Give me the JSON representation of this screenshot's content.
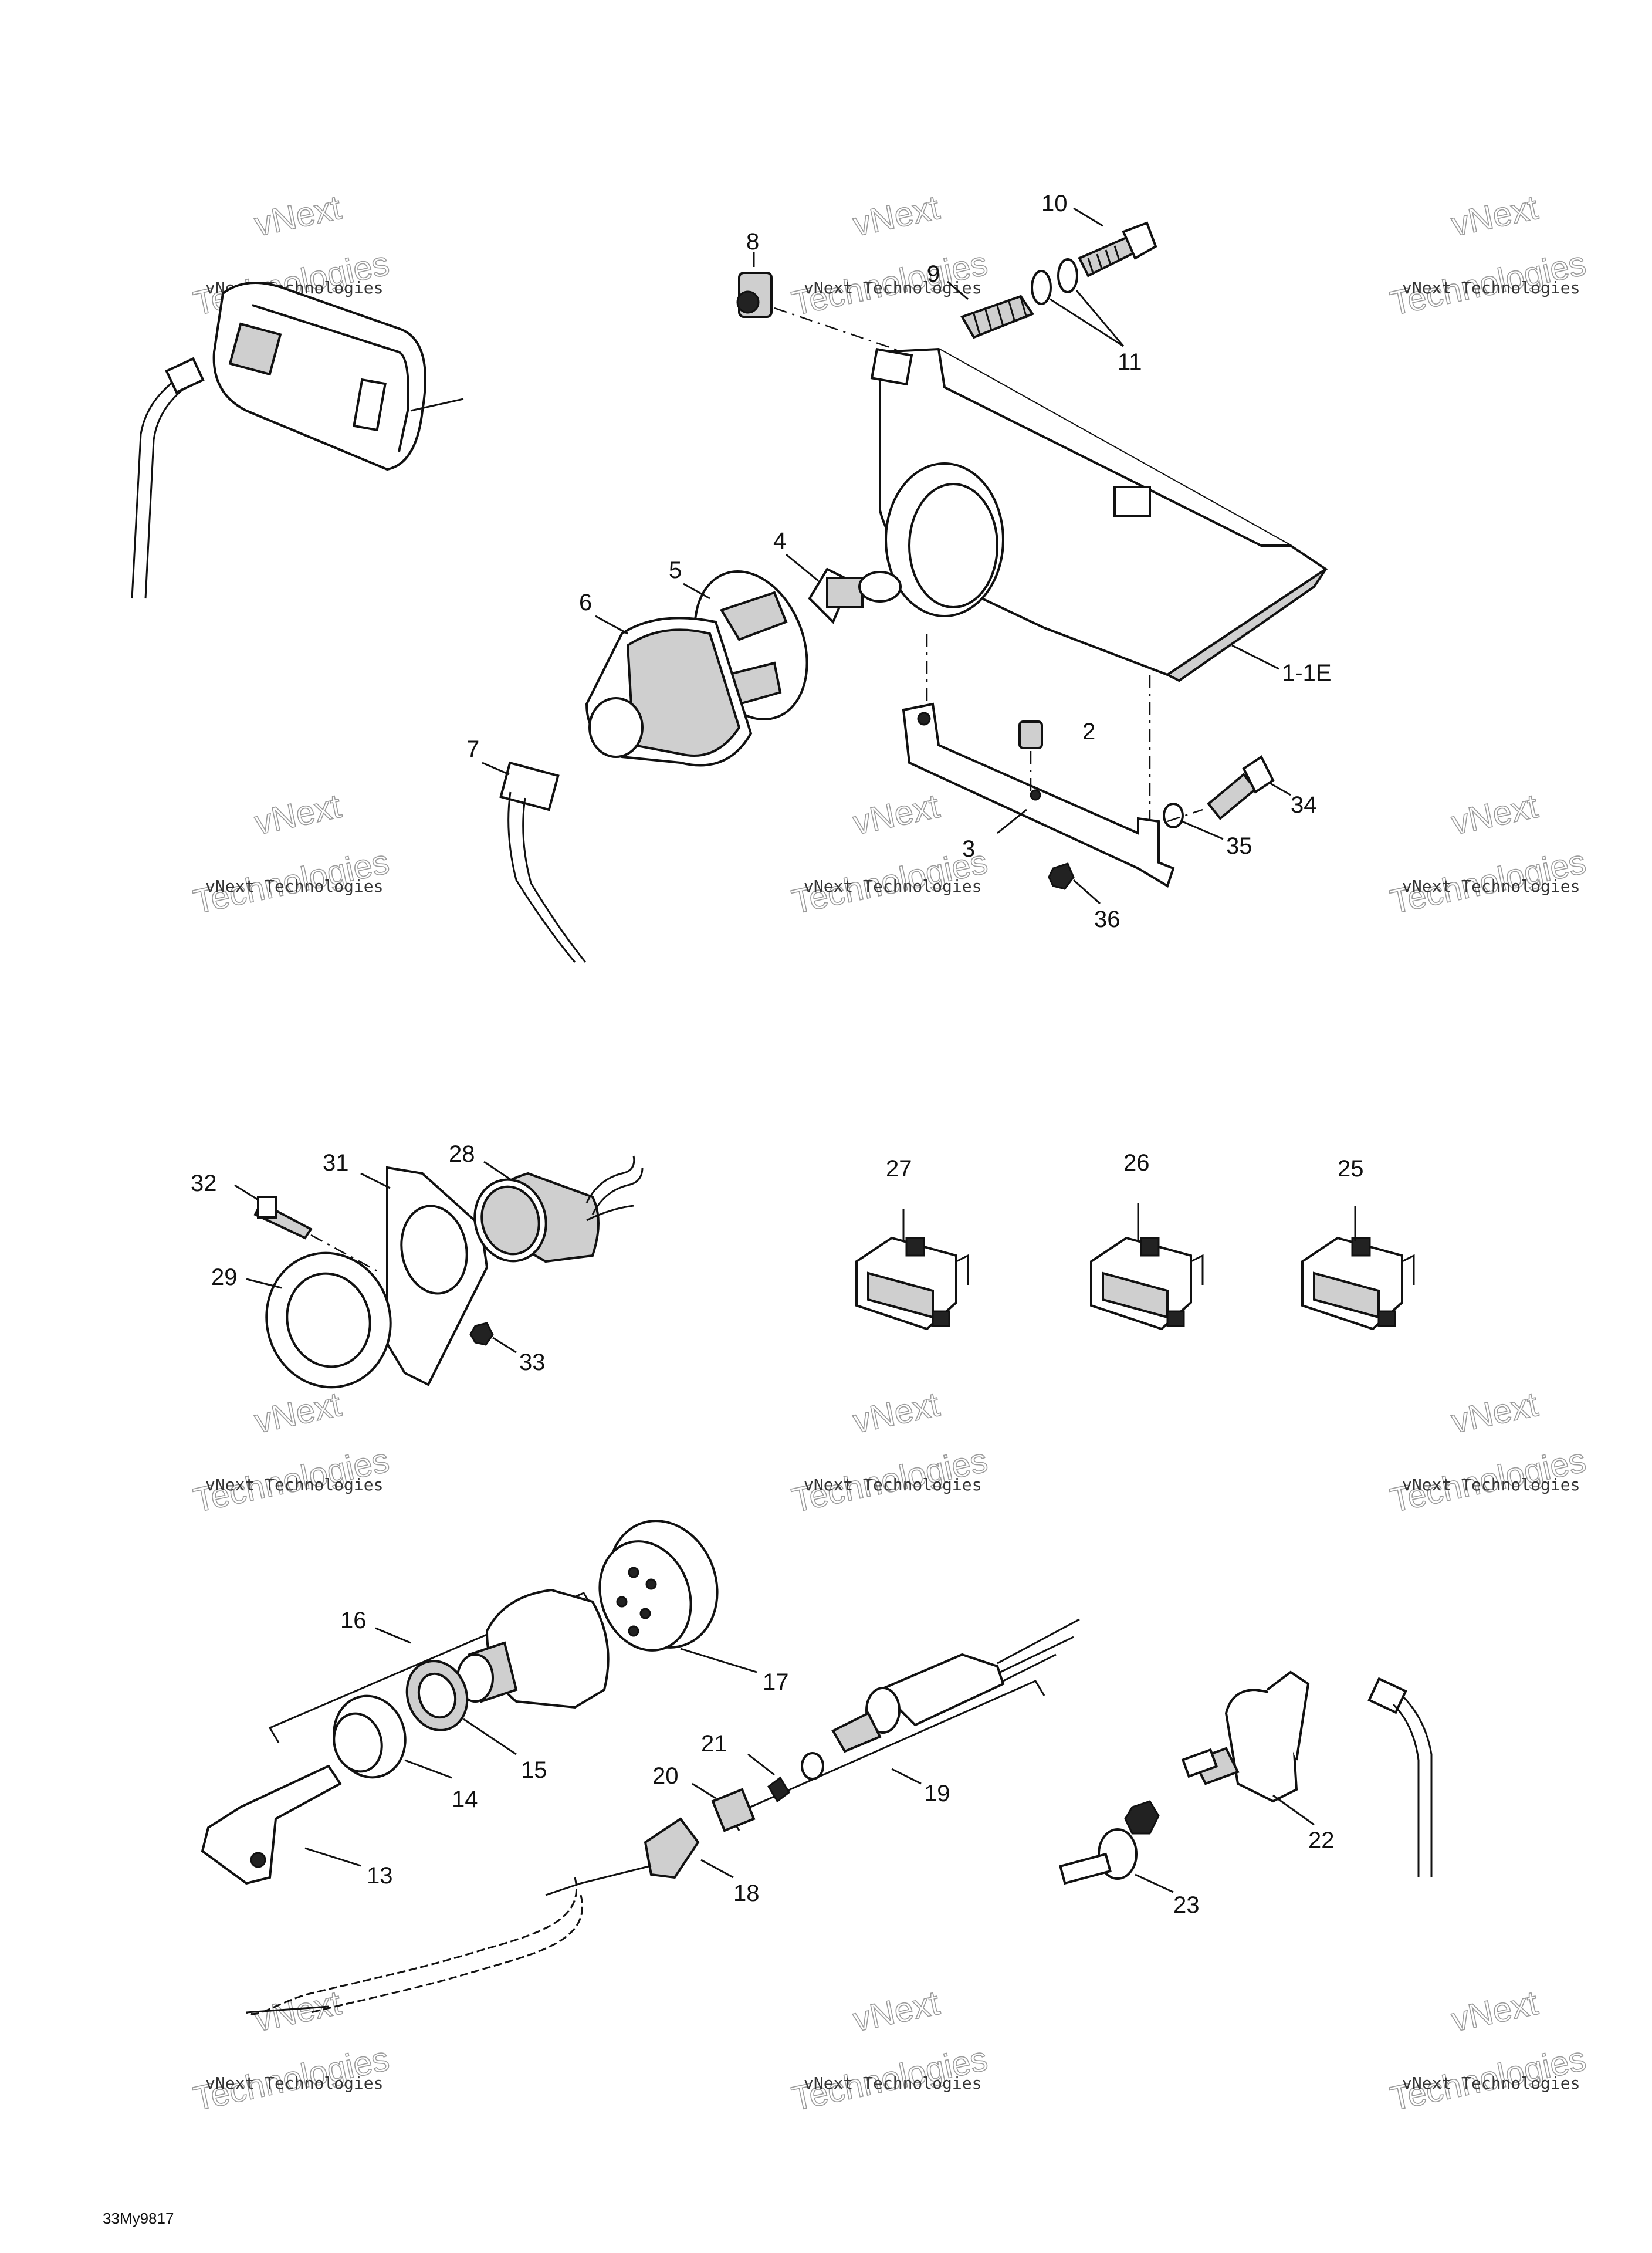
{
  "labels": {
    "l10": "10",
    "l8": "8",
    "l9": "9",
    "l11": "11",
    "l4": "4",
    "l5": "5",
    "l6": "6",
    "l1": "1-1E",
    "l2": "2",
    "l7": "7",
    "l3": "3",
    "l34": "34",
    "l35": "35",
    "l36": "36",
    "l32": "32",
    "l31": "31",
    "l28": "28",
    "l29": "29",
    "l33": "33",
    "l27": "27",
    "l26": "26",
    "l25": "25",
    "l16": "16",
    "l17": "17",
    "l15": "15",
    "l14": "14",
    "l13": "13",
    "l21": "21",
    "l20": "20",
    "l19": "19",
    "l18": "18",
    "l22": "22",
    "l23": "23"
  },
  "watermark": {
    "line1": "vNext Technologies",
    "line2": "Technologies",
    "line0": "vNext"
  },
  "footer": {
    "code": "33My9817"
  }
}
